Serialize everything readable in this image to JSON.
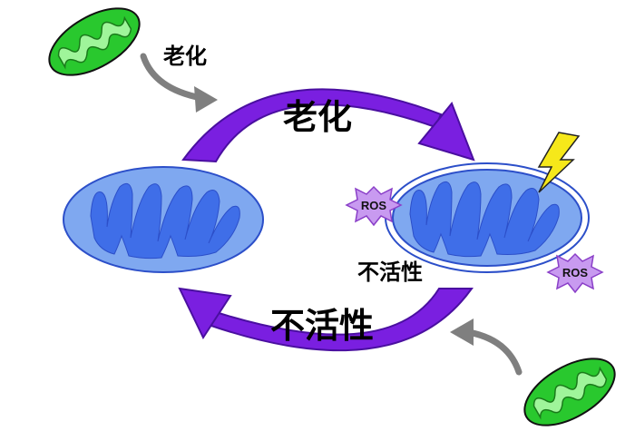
{
  "labels": {
    "aging_big": "老化",
    "aging_small": "老化",
    "inactive_big": "不活性",
    "inactive_small": "不活性",
    "ros_1": "ROS",
    "ros_2": "ROS"
  },
  "colors": {
    "cycle_arrow": "#7a1fe0",
    "cycle_arrow_edge": "#4a0fa0",
    "feed_arrow": "#7f7f7f",
    "mito_outer": "#7fa8f0",
    "mito_border": "#2c4fc9",
    "mito_crista": "#3f6ee8",
    "mito_green": "#29c82e",
    "mito_green_light": "#9ff59a",
    "ros_fill": "#c89af0",
    "ros_border": "#8a3fc8",
    "bolt_fill": "#f6e81a",
    "bolt_border": "#222222"
  },
  "icons": {
    "damage": "lightning-bolt-icon",
    "ros": "ros-burst-icon",
    "healthy_mitochondrion": "green-mitochondrion-icon"
  }
}
